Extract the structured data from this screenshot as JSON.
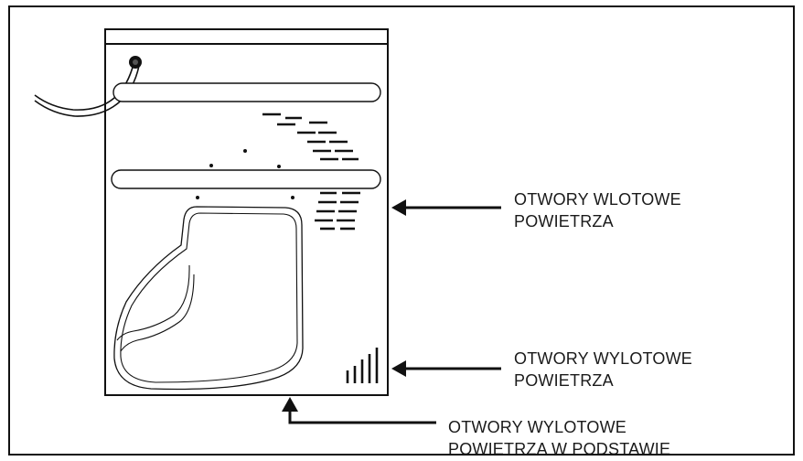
{
  "labels": {
    "inlet": {
      "line1": "OTWORY WLOTOWE",
      "line2": "POWIETRZA"
    },
    "outlet": {
      "line1": "OTWORY WYLOTOWE",
      "line2": "POWIETRZA"
    },
    "base_outlet": {
      "line1": "OTWORY WYLOTOWE",
      "line2": "POWIETRZA W PODSTAWIE"
    }
  },
  "colors": {
    "stroke": "#111111",
    "text": "#1a1a1a"
  }
}
